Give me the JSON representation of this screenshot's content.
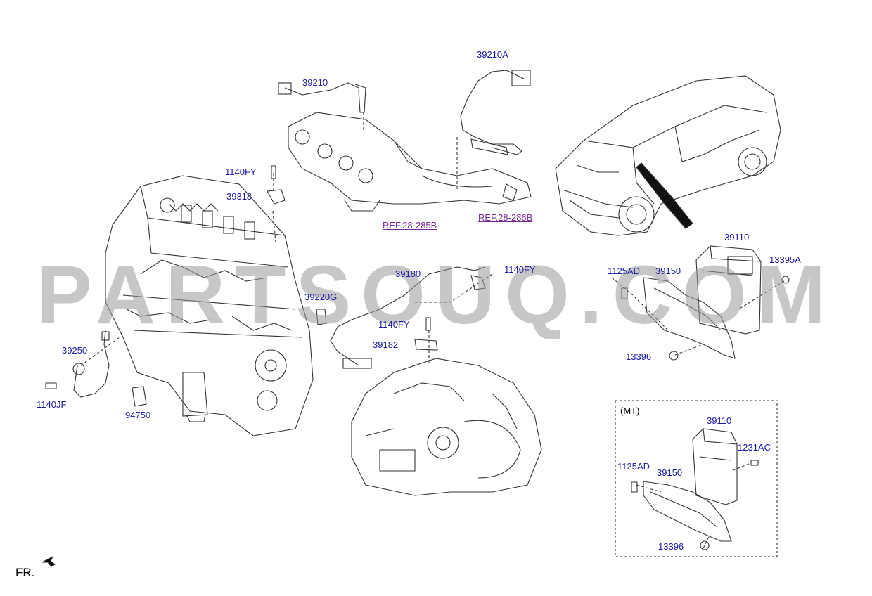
{
  "watermark": "PARTSOUQ.COM",
  "orientation_label": "FR.",
  "mt_box_label": "(MT)",
  "part_numbers": [
    "39210A",
    "39210",
    "1140FY",
    "39318",
    "REF.28-285B",
    "REF.28-286B",
    "39110",
    "1125AD",
    "39150",
    "13395A",
    "39180",
    "1140FY",
    "39220G",
    "1140FY",
    "39182",
    "39250",
    "1140JF",
    "94750",
    "13396",
    "39110",
    "1231AC",
    "1125AD",
    "39150",
    "13396"
  ],
  "colors": {
    "label": "#1a1aa6",
    "ref": "#7a2a9a",
    "line": "#333333",
    "watermark": "#9a9a9a"
  }
}
